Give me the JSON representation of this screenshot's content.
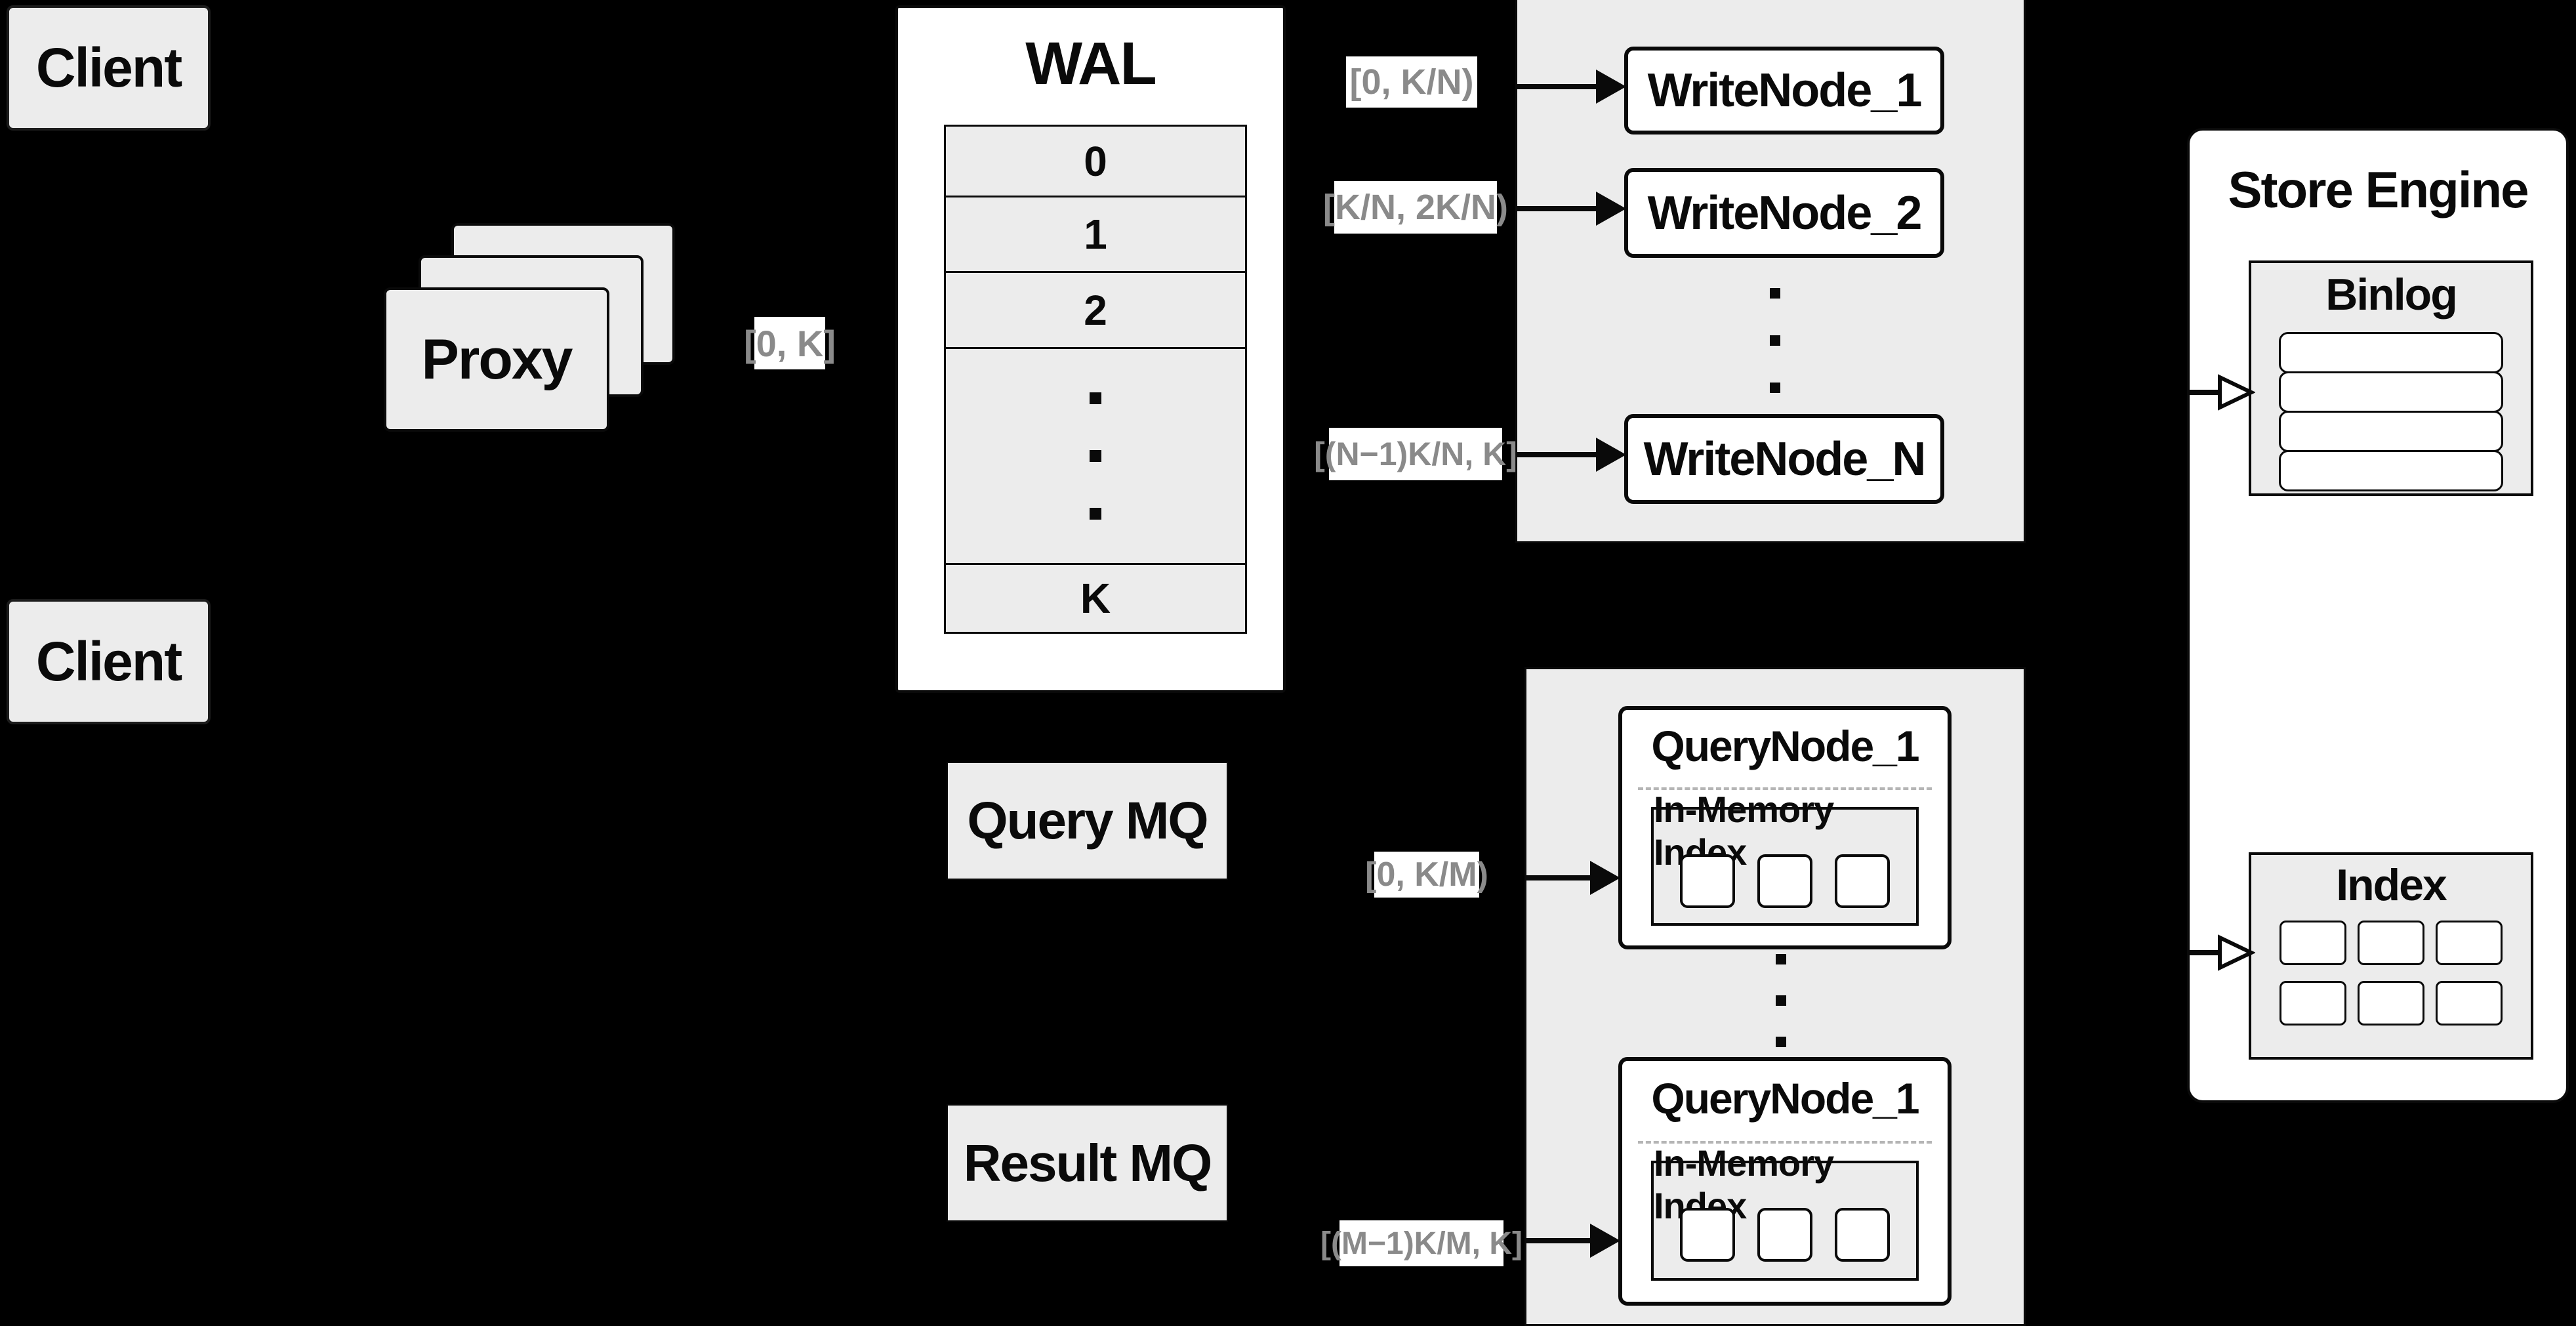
{
  "clients": {
    "top_label": "Client",
    "bottom_label": "Client"
  },
  "proxy": {
    "label": "Proxy",
    "range": "[0, K]"
  },
  "wal": {
    "title": "WAL",
    "rows": [
      "0",
      "1",
      "2",
      "K"
    ]
  },
  "write_cluster": {
    "nodes": [
      "WriteNode_1",
      "WriteNode_2",
      "WriteNode_N"
    ],
    "ranges": [
      "[0, K/N)",
      "[K/N, 2K/N)",
      "[(N−1)K/N, K]"
    ]
  },
  "mq": {
    "query_label": "Query MQ",
    "result_label": "Result MQ"
  },
  "query_cluster": {
    "node1_title": "QueryNode_1",
    "node2_title": "QueryNode_1",
    "in_memory_label": "In-Memory Index",
    "ranges": [
      "[0, K/M)",
      "[(M−1)K/M, K]"
    ]
  },
  "store_engine": {
    "title": "Store Engine",
    "binlog_title": "Binlog",
    "index_title": "Index"
  },
  "colors": {
    "background": "#000000",
    "panel_fill": "#ececec",
    "node_fill": "#ffffff",
    "stroke": "#0a0a0a",
    "range_text": "#8a8a8a"
  }
}
